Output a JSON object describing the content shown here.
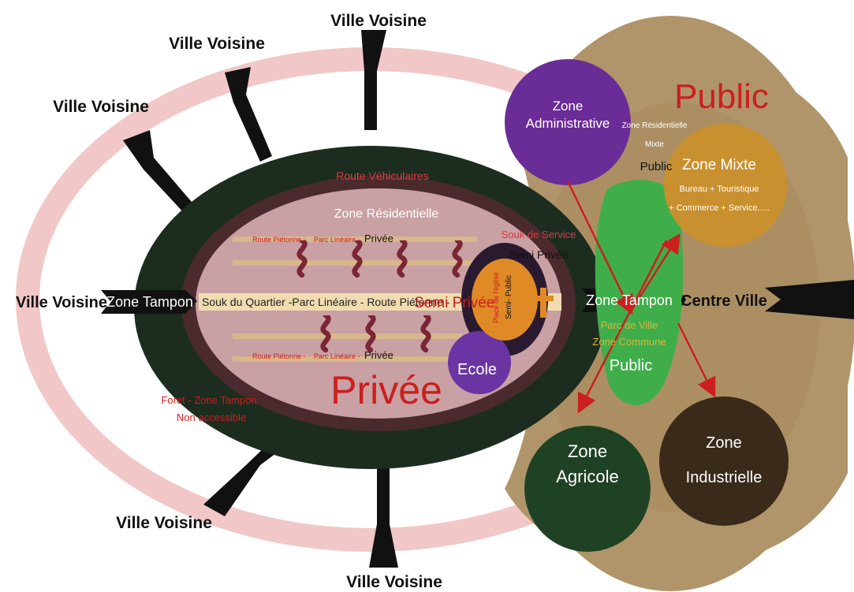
{
  "colors": {
    "outer_ring": "#f2c7c7",
    "forest": "#1c2d20",
    "route_ring": "#4a2a2d",
    "residential": "#c9a0a3",
    "public_zone": "#b0956a",
    "admin": "#6a2c96",
    "mixte": "#c8902e",
    "agricole": "#1f4224",
    "industrielle": "#3a2a1a",
    "park": "#3fae4a",
    "school": "#6a35a3",
    "church": "#e08a25",
    "arrow_red": "#cc1f1f",
    "squiggle": "#7a2636"
  },
  "labels": {
    "ville_voisine": "Ville Voisine",
    "centre_ville": "Centre Ville",
    "zone_tampon_left": "Zone Tampon",
    "zone_tampon_right": "Zone Tampon",
    "route_vehiculaires": "Route Véhiculaires",
    "zone_residentielle": "Zone Résidentielle",
    "route_pietonne_1": "Route Piétonne -",
    "parc_lineaire_1": "Parc Linéaire -",
    "privee_1": "Privée",
    "route_pietonne_2": "Route Piétonne -",
    "parc_lineaire_2": "Parc Linéaire -",
    "privee_2": "Privée",
    "souk_main": "Souk du Quartier -Parc Linéaire - Route Piétonne -",
    "semi_privee_main": "Semi Privée",
    "souk_service": "Souk de Service",
    "semi_privee_service": "Semi Privée",
    "place_eglise": "Place de l'église",
    "semi_public": "Semi- Public",
    "ecole": "Ecole",
    "privee_big": "Privée",
    "foret_line1": "Foret - Zone Tampon",
    "foret_line2": "Non accessible",
    "public_big": "Public",
    "zone_admin_1": "Zone",
    "zone_admin_2": "Administrative",
    "zone_res_mixte_1": "Zone Résidentielle",
    "zone_res_mixte_2": "Mixte",
    "public_small": "Public",
    "zone_mixte_title": "Zone Mixte",
    "zone_mixte_line1": "Bureau + Touristique",
    "zone_mixte_line2": "+ Commerce + Service.....",
    "parc_ville": "Parc de Ville",
    "zone_commune": "Zone Commune",
    "public_park": "Public",
    "zone_agricole_1": "Zone",
    "zone_agricole_2": "Agricole",
    "zone_indus_1": "Zone",
    "zone_indus_2": "Industrielle"
  }
}
